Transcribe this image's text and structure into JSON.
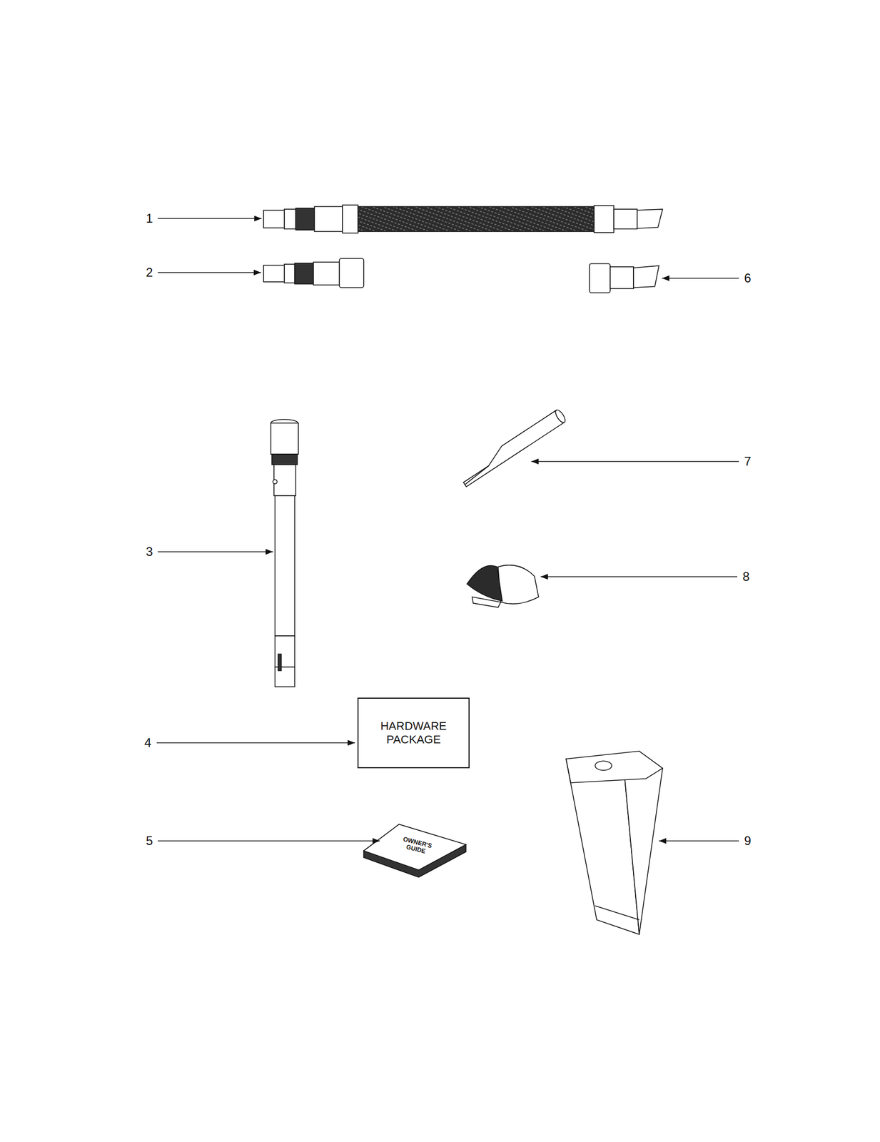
{
  "diagram": {
    "nodes": [
      {
        "text": [
          "HARDWARE PACKAGE"
        ]
      }
    ],
    "labels": [
      "1",
      "2",
      "6",
      "3",
      "7",
      "8",
      "4",
      "5",
      "9",
      "OWNER'S GUIDE"
    ]
  }
}
